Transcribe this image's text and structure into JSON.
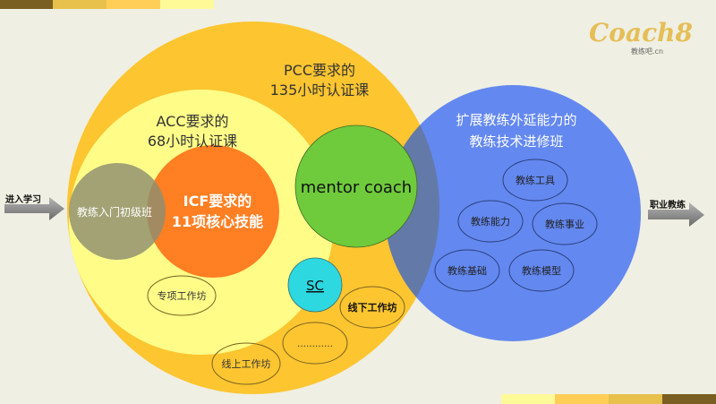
{
  "logo": {
    "brand": "Coach8",
    "sub": "教练吧.cn"
  },
  "colors": {
    "bg": "#EFEFE3",
    "pcc": "#FDC530",
    "acc": "#FFFD88",
    "gray": "#9D9A72",
    "icf": "#FF7F22",
    "mentor": "#6FCB3C",
    "blue": "#6388F0",
    "overlap": "#6379A8",
    "sc": "#2DD8E0"
  },
  "stripes": [
    "#7A5F22",
    "#E8C04C",
    "#FFCE57",
    "#FFFA98"
  ],
  "pcc": {
    "line1": "PCC要求的",
    "line2": "135小时认证课"
  },
  "acc": {
    "line1": "ACC要求的",
    "line2": "68小时认证课"
  },
  "intro": "教练入门初级班",
  "icf": {
    "line1": "ICF要求的",
    "line2": "11项核心技能"
  },
  "mentor": "mentor coach",
  "sc": "SC",
  "workshops": {
    "special": "专项工作坊",
    "offline": "线下工作坊",
    "more": "…………",
    "online": "线上工作坊"
  },
  "advanced": {
    "line1": "扩展教练外延能力的",
    "line2": "教练技术进修班",
    "items": [
      "教练工具",
      "教练能力",
      "教练事业",
      "教练基础",
      "教练模型"
    ]
  },
  "arrows": {
    "enter": "进入学习",
    "career": "职业教练"
  }
}
